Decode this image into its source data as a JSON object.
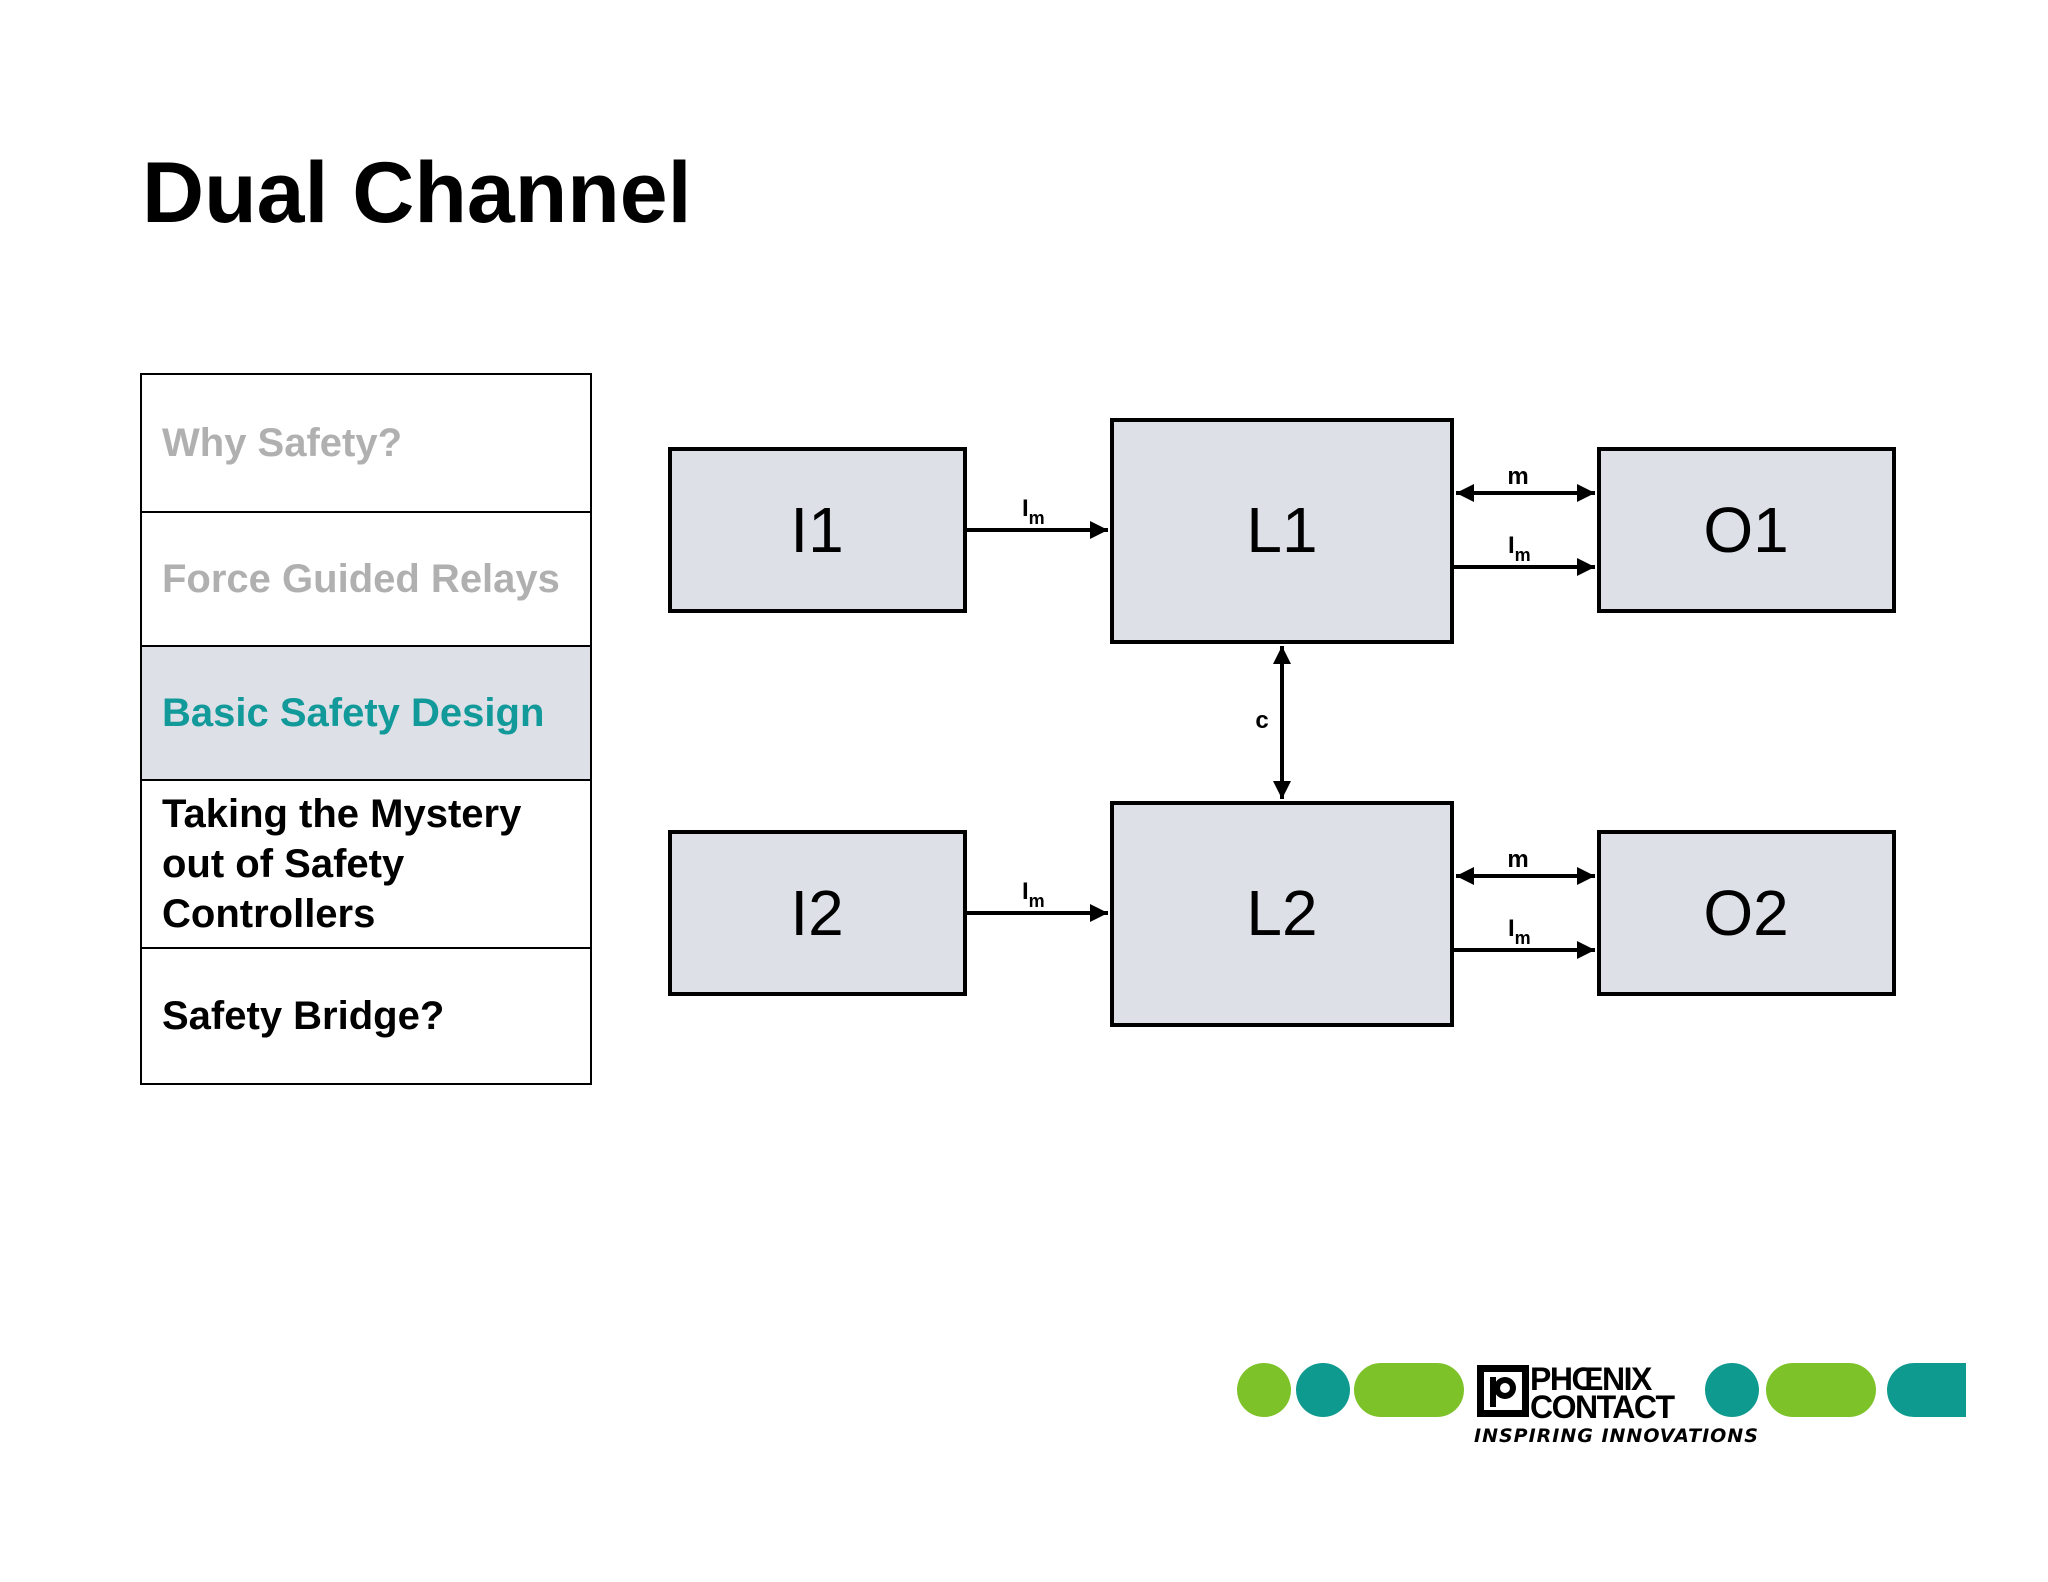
{
  "slide": {
    "title": "Dual Channel"
  },
  "agenda": {
    "items": [
      {
        "label": "Why Safety?",
        "state": "muted"
      },
      {
        "label": "Force Guided Relays",
        "state": "muted"
      },
      {
        "label": "Basic Safety Design",
        "state": "active"
      },
      {
        "label": "Taking the Mystery out of Safety Controllers",
        "state": "normal"
      },
      {
        "label": "Safety Bridge?",
        "state": "normal"
      }
    ]
  },
  "diagram": {
    "blocks": {
      "i1": "I1",
      "l1": "L1",
      "o1": "O1",
      "i2": "I2",
      "l2": "L2",
      "o2": "O2"
    },
    "edges": {
      "im_base": "I",
      "im_sub": "m",
      "m": "m",
      "c": "c"
    },
    "colors": {
      "block_fill": "#dde1e7",
      "stroke": "#000000"
    }
  },
  "logo": {
    "brand_line1": "PHŒNIX",
    "brand_line2": "CONTACT",
    "tagline": "INSPIRING INNOVATIONS",
    "colors": {
      "green": "#7ec229",
      "teal": "#0f9a8f"
    }
  }
}
